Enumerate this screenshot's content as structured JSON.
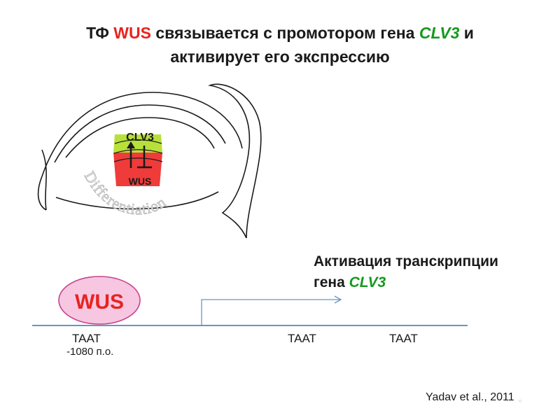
{
  "title": {
    "prefix": "ТФ ",
    "tf_name": "WUS",
    "middle": " связывается с промотором гена ",
    "gene": "CLV3",
    "suffix": " и",
    "line2": "активирует его экспрессию"
  },
  "meristem": {
    "clv3_label": "CLV3",
    "wus_label": "WUS",
    "zone_label": "Differentiation"
  },
  "activation": {
    "line1": "Активация транскрипции",
    "line2_prefix": "гена ",
    "gene": "CLV3"
  },
  "promoter": {
    "protein_label": "WUS",
    "sites": [
      "TAAT",
      "TAAT",
      "TAAT"
    ],
    "position_label": "-1080 п.о."
  },
  "citation": "Yadav et al., 2011",
  "colors": {
    "title_accent_red": "#e8231f",
    "gene_green": "#139a1c",
    "clv3_zone": "#b8e03a",
    "wus_zone": "#ef3b3a",
    "wus_bubble_fill": "#f7c7e2",
    "wus_bubble_stroke": "#c8428b",
    "dna_line": "#6a93c8"
  }
}
